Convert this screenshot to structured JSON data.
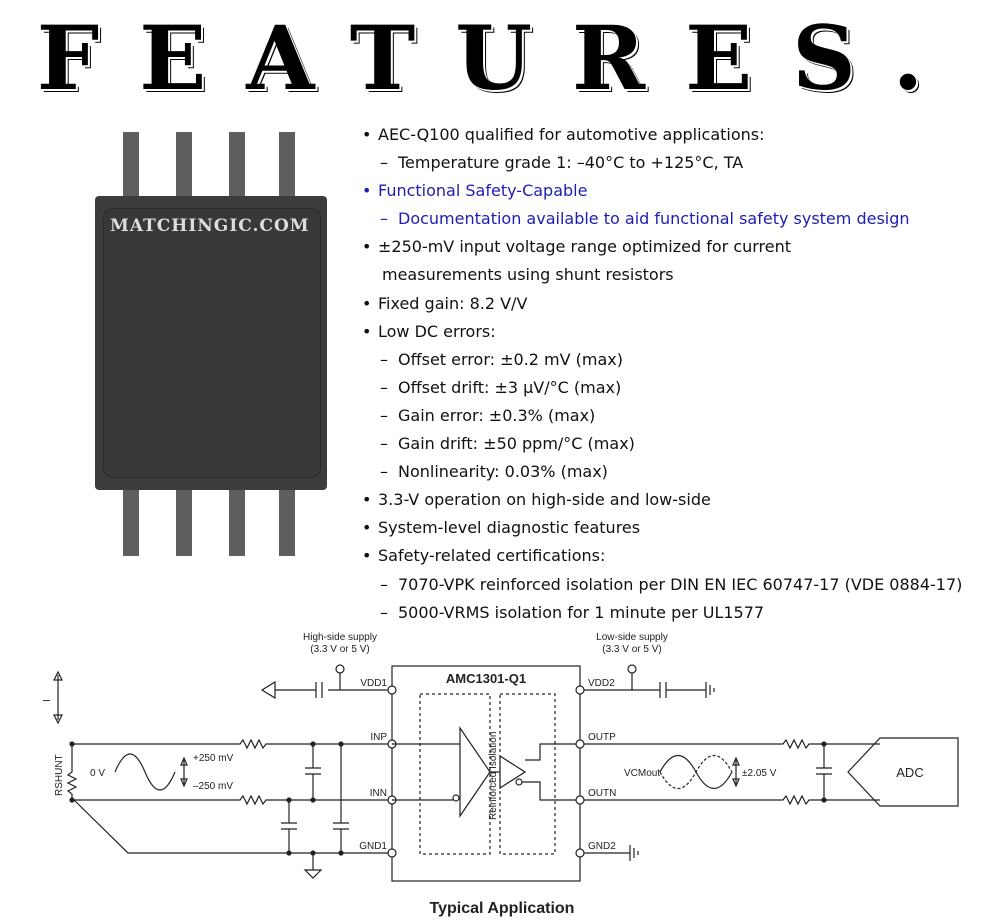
{
  "title": "FEATURES.",
  "chip_watermark": "MATCHINGIC.COM",
  "features": [
    {
      "level": 1,
      "text": "AEC-Q100 qualified for automotive applications:"
    },
    {
      "level": 2,
      "text": "Temperature grade 1: –40°C to +125°C, TA"
    },
    {
      "level": 1,
      "text": "Functional Safety-Capable",
      "link": true
    },
    {
      "level": 2,
      "text": "Documentation available to aid functional safety system design",
      "link": true
    },
    {
      "level": 1,
      "text": "±250-mV input voltage range optimized for current"
    },
    {
      "level": 0,
      "text": "measurements using shunt resistors"
    },
    {
      "level": 1,
      "text": "Fixed gain: 8.2 V/V"
    },
    {
      "level": 1,
      "text": "Low DC errors:"
    },
    {
      "level": 2,
      "text": "Offset error: ±0.2 mV (max)"
    },
    {
      "level": 2,
      "text": "Offset drift: ±3 μV/°C (max)"
    },
    {
      "level": 2,
      "text": "Gain error: ±0.3% (max)"
    },
    {
      "level": 2,
      "text": "Gain drift: ±50 ppm/°C (max)"
    },
    {
      "level": 2,
      "text": "Nonlinearity: 0.03% (max)"
    },
    {
      "level": 1,
      "text": "3.3-V operation on high-side and low-side"
    },
    {
      "level": 1,
      "text": "System-level diagnostic features"
    },
    {
      "level": 1,
      "text": "Safety-related certifications:"
    },
    {
      "level": 2,
      "text": "7070-VPK reinforced isolation per DIN EN IEC 60747-17 (VDE 0884-17)"
    },
    {
      "level": 2,
      "text": "5000-VRMS isolation for 1 minute per UL1577"
    }
  ],
  "schematic": {
    "high_supply_1": "High-side supply",
    "high_supply_2": "(3.3 V or 5 V)",
    "low_supply_1": "Low-side supply",
    "low_supply_2": "(3.3 V or 5 V)",
    "part": "AMC1301-Q1",
    "pin_vdd1": "VDD1",
    "pin_inp": "INP",
    "pin_inn": "INN",
    "pin_gnd1": "GND1",
    "pin_vdd2": "VDD2",
    "pin_outp": "OUTP",
    "pin_outn": "OUTN",
    "pin_gnd2": "GND2",
    "isolation": "Reinforced Isolation",
    "current": "I",
    "rshunt": "RSHUNT",
    "zero_v": "0 V",
    "plus_250": "+250 mV",
    "minus_250": "–250 mV",
    "vcm": "VCMout",
    "swing": "±2.05 V",
    "adc": "ADC",
    "caption": "Typical Application"
  }
}
